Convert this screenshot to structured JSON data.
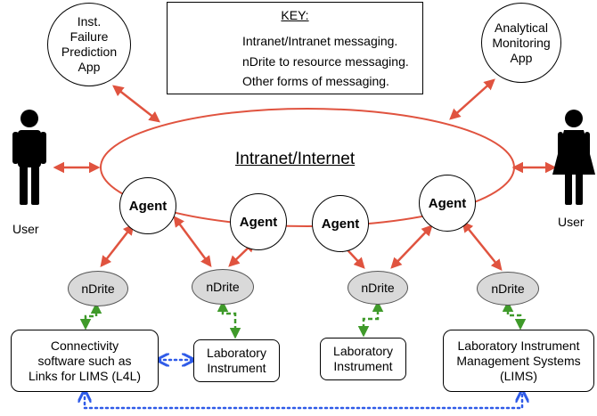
{
  "key": {
    "title": "KEY:",
    "items": [
      "Intranet/Intranet messaging.",
      "nDrite to resource messaging.",
      "Other forms of messaging."
    ]
  },
  "network_label": "Intranet/Internet",
  "apps": {
    "failure_prediction": "Inst.\nFailure\nPrediction\nApp",
    "analytical_monitoring": "Analytical\nMonitoring\nApp"
  },
  "users": {
    "left": "User",
    "right": "User"
  },
  "agent_label": "Agent",
  "ndrite_label": "nDrite",
  "resources": {
    "connectivity": "Connectivity\nsoftware such as\nLinks for LIMS (L4L)",
    "lab_instrument": "Laboratory\nInstrument",
    "lims": "Laboratory Instrument\nManagement Systems\n(LIMS)"
  },
  "colors": {
    "intranet": "#e0533f",
    "resource": "#3f9a2a",
    "other": "#2f5be8"
  },
  "icons": [
    "male-user-icon",
    "female-user-icon"
  ]
}
